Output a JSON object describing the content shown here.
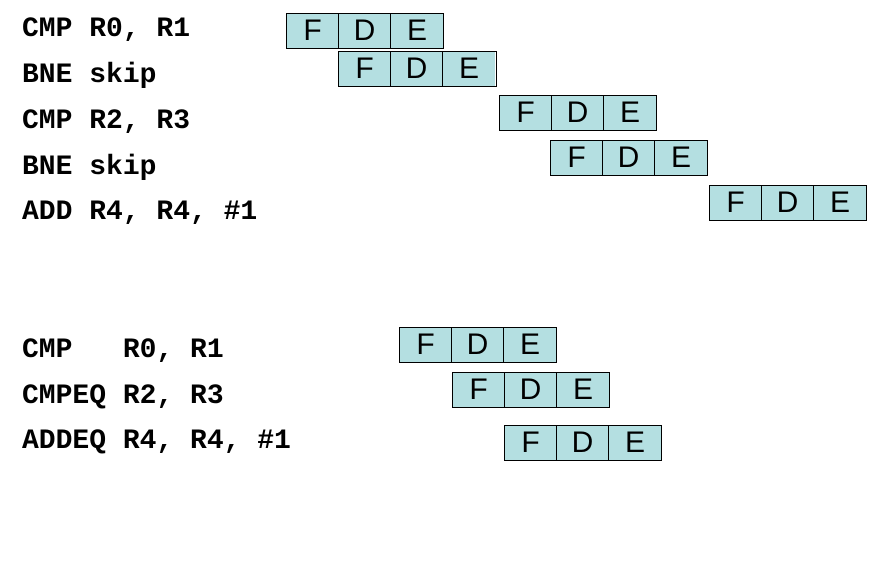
{
  "colors": {
    "stage_fill": "#b4dfe1",
    "text": "#000000"
  },
  "stage_labels": [
    "F",
    "D",
    "E"
  ],
  "blocks": [
    {
      "rows": [
        {
          "instruction": "CMP R0, R1"
        },
        {
          "instruction": "BNE skip"
        },
        {
          "instruction": "CMP R2, R3"
        },
        {
          "instruction": "BNE skip"
        },
        {
          "instruction": "ADD R4, R4, #1"
        }
      ]
    },
    {
      "rows": [
        {
          "instruction": "CMP   R0, R1"
        },
        {
          "instruction": "CMPEQ R2, R3"
        },
        {
          "instruction": "ADDEQ R4, R4, #1"
        }
      ]
    }
  ]
}
